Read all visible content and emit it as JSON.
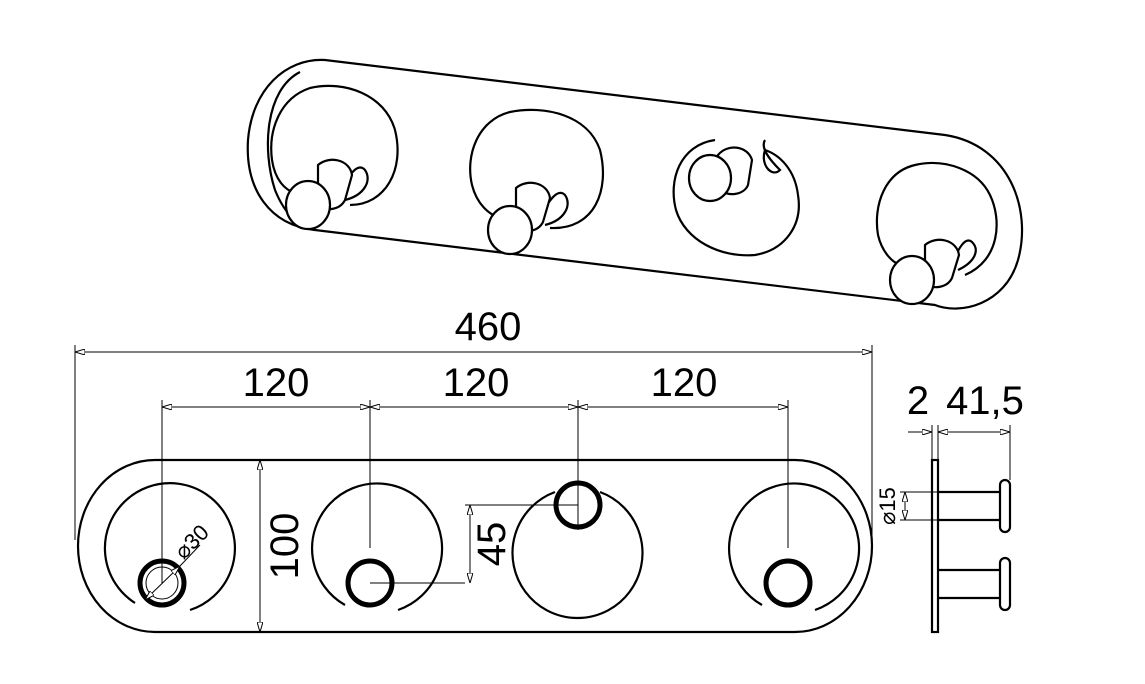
{
  "dimensions": {
    "total_length": "460",
    "spacing_1": "120",
    "spacing_2": "120",
    "spacing_3": "120",
    "height": "100",
    "hook_offset": "45",
    "hook_diameter": "⌀30",
    "plate_thickness": "2",
    "projection": "41,5",
    "pin_diameter": "⌀15"
  },
  "colors": {
    "line": "#000000",
    "background": "#ffffff"
  }
}
